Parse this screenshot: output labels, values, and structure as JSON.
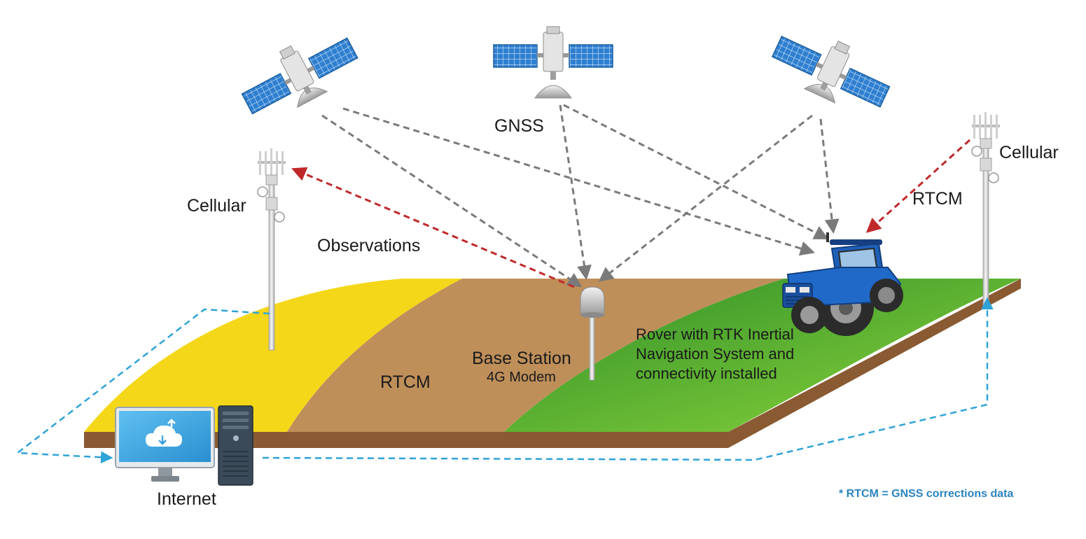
{
  "labels": {
    "gnss": "GNSS",
    "cellular_left": "Cellular",
    "cellular_right": "Cellular",
    "observations": "Observations",
    "rtcm_right": "RTCM",
    "rtcm_field": "RTCM",
    "base_station": "Base Station",
    "base_modem": "4G Modem",
    "rover_line1": "Rover with RTK Inertial",
    "rover_line2": "Navigation System and",
    "rover_line3": "connectivity installed",
    "internet": "Internet",
    "footnote": "* RTCM = GNSS corrections data"
  },
  "colors": {
    "gnss_link": "#7a7a7a",
    "rtcm_link": "#c0292b",
    "internet_link": "#2ea3d8",
    "field_yellow": "#f5d71a",
    "field_brown": "#bf8f5a",
    "field_green": "#5cb02e",
    "note_blue": "#2a84c0",
    "tractor_blue": "#1f5fb7"
  },
  "icons": [
    "satellite-icon",
    "cell-tower-icon",
    "base-station-antenna-icon",
    "tractor-icon",
    "computer-icon",
    "cloud-sync-icon"
  ]
}
